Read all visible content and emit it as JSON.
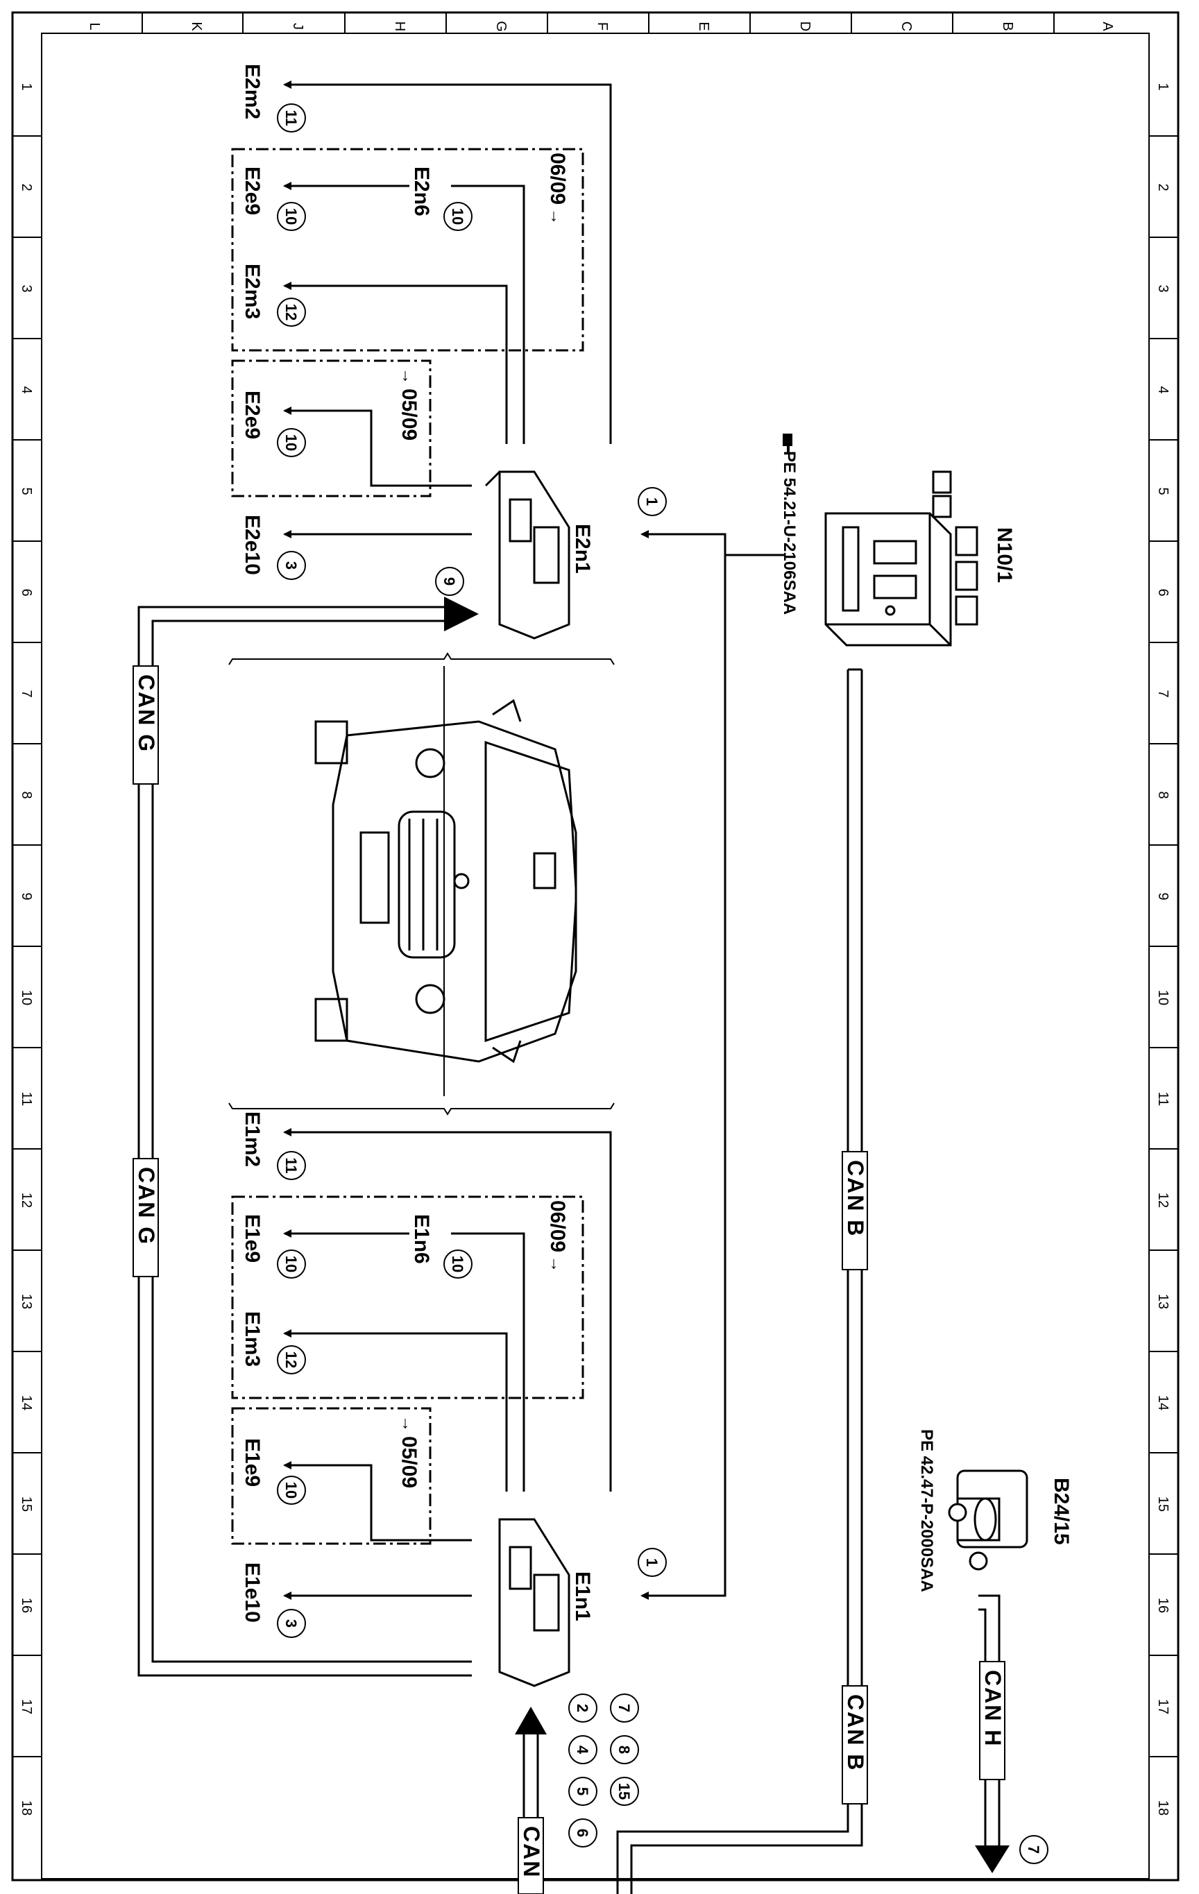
{
  "grid": {
    "cols": [
      "L",
      "K",
      "J",
      "H",
      "G",
      "F",
      "E",
      "D",
      "C",
      "B",
      "A"
    ],
    "rows": [
      "1",
      "2",
      "3",
      "4",
      "5",
      "6",
      "7",
      "8",
      "9",
      "10",
      "11",
      "12",
      "13",
      "14",
      "15",
      "16",
      "17",
      "18"
    ]
  },
  "components": {
    "n10_1": "N10/1",
    "n10_1_ref": "PE 54.21-U-2106SAA",
    "e2n1": "E2n1",
    "e1n1": "E1n1",
    "b24_15": "B24/15",
    "b24_15_ref": "PE 42.47-P-2000SAA"
  },
  "right_side": {
    "e2m2": "E2m2",
    "e2e9_upper": "E2e9",
    "e2n6": "E2n6",
    "e2m3": "E2m3",
    "e2e9_lower": "E2e9",
    "e2e10": "E2e10",
    "date_from": "06/09",
    "date_until": "05/09"
  },
  "left_side": {
    "e1m2": "E1m2",
    "e1e9_upper": "E1e9",
    "e1n6": "E1n6",
    "e1m3": "E1m3",
    "e1e9_lower": "E1e9",
    "e1e10": "E1e10",
    "date_from": "06/09",
    "date_until": "05/09"
  },
  "circles": {
    "c1": "1",
    "c2": "2",
    "c3": "3",
    "c4": "4",
    "c5": "5",
    "c6": "6",
    "c7": "7",
    "c8": "8",
    "c9": "9",
    "c10": "10",
    "c11": "11",
    "c12": "12",
    "c15": "15"
  },
  "buses": {
    "can_g": "CAN G",
    "can_b": "CAN B",
    "can_h": "CAN H",
    "can_partial": "CAN"
  }
}
